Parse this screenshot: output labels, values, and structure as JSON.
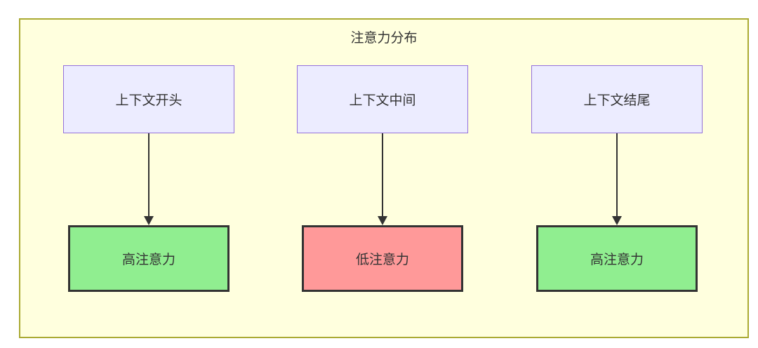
{
  "diagram": {
    "type": "flowchart",
    "title": "注意力分布",
    "colors": {
      "cluster_fill": "#ffffde",
      "cluster_border": "#aaaa33",
      "source_node_fill": "#ececff",
      "source_node_border": "#9370db",
      "high_attention_fill": "#90ee90",
      "low_attention_fill": "#ff9999",
      "result_node_border": "#333333",
      "arrow_color": "#333333",
      "text_color": "#333333"
    },
    "columns": [
      {
        "source": "上下文开头",
        "result": "高注意力",
        "level": "high"
      },
      {
        "source": "上下文中间",
        "result": "低注意力",
        "level": "low"
      },
      {
        "source": "上下文结尾",
        "result": "高注意力",
        "level": "high"
      }
    ]
  }
}
